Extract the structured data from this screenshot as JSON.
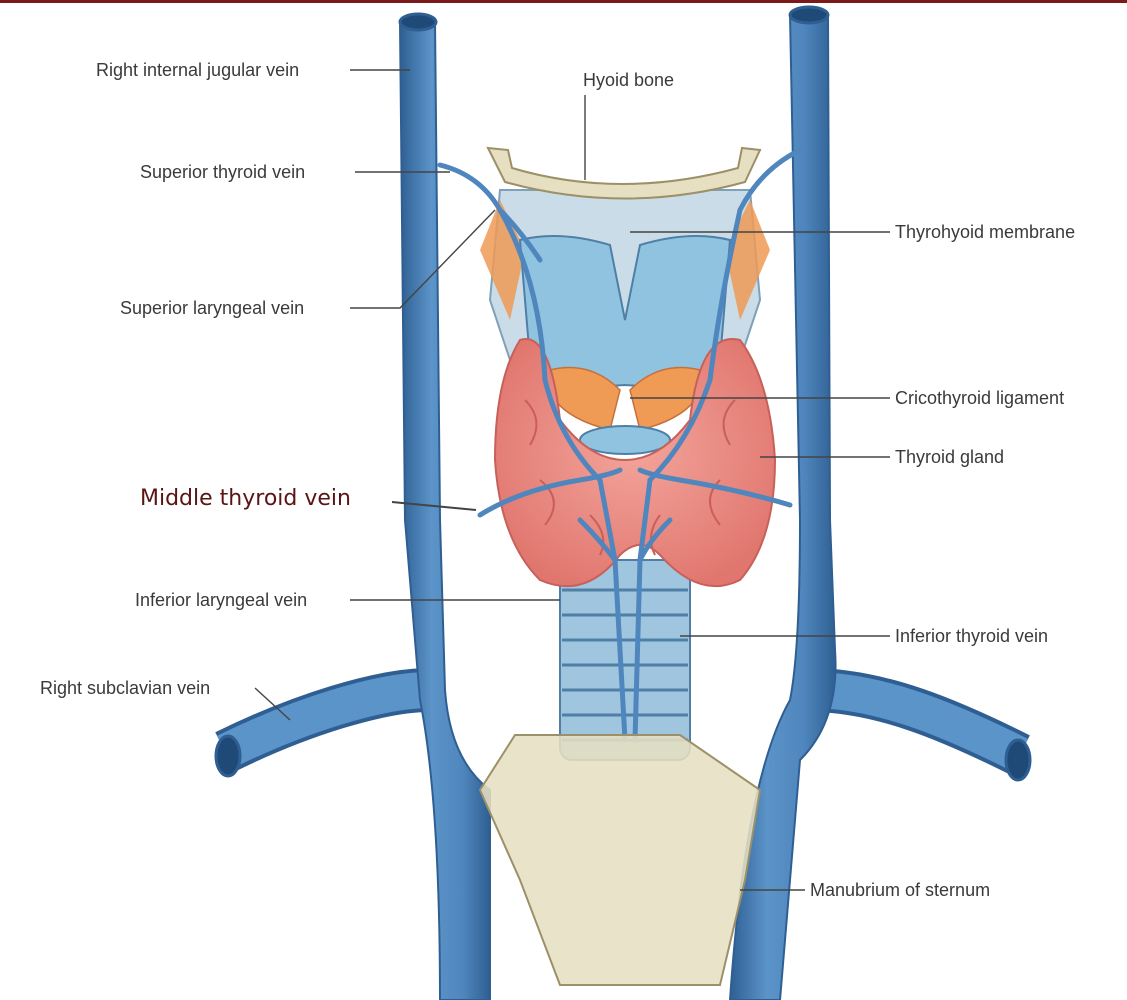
{
  "labels": {
    "right_internal_jugular_vein": "Right internal jugular vein",
    "hyoid_bone": "Hyoid bone",
    "superior_thyroid_vein": "Superior thyroid vein",
    "thyrohyoid_membrane": "Thyrohyoid membrane",
    "superior_laryngeal_vein": "Superior laryngeal vein",
    "cricothyroid_ligament": "Cricothyroid ligament",
    "thyroid_gland": "Thyroid gland",
    "middle_thyroid_vein": "Middle thyroid vein",
    "inferior_laryngeal_vein": "Inferior laryngeal vein",
    "inferior_thyroid_vein": "Inferior thyroid vein",
    "right_subclavian_vein": "Right subclavian vein",
    "manubrium_of_sternum": "Manubrium of sternum"
  },
  "colors": {
    "vein": "#4f86bd",
    "vein_dark": "#2f5f92",
    "thyroid": "#ec8e86",
    "cartilage": "#8fc3df",
    "bone": "#e6dfc2",
    "muscle": "#ef9a55",
    "accent_bar": "#7a1a1a",
    "highlight_label": "#5a1414"
  }
}
